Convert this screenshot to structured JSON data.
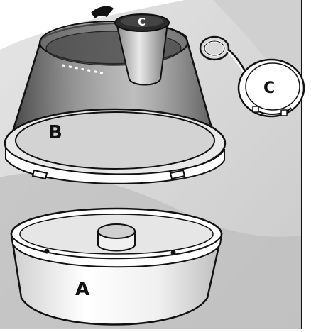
{
  "labels": {
    "part_a": "A",
    "part_b": "B",
    "part_c_cup": "C",
    "part_c_lid": "C"
  },
  "colors": {
    "background_light": "#d7d7d7",
    "background_mid": "#c2c2c2",
    "outline": "#111111",
    "white": "#ffffff",
    "dark_cup": "#2b2b2b"
  },
  "icons": {
    "cap_callout": "round-cap-icon"
  }
}
